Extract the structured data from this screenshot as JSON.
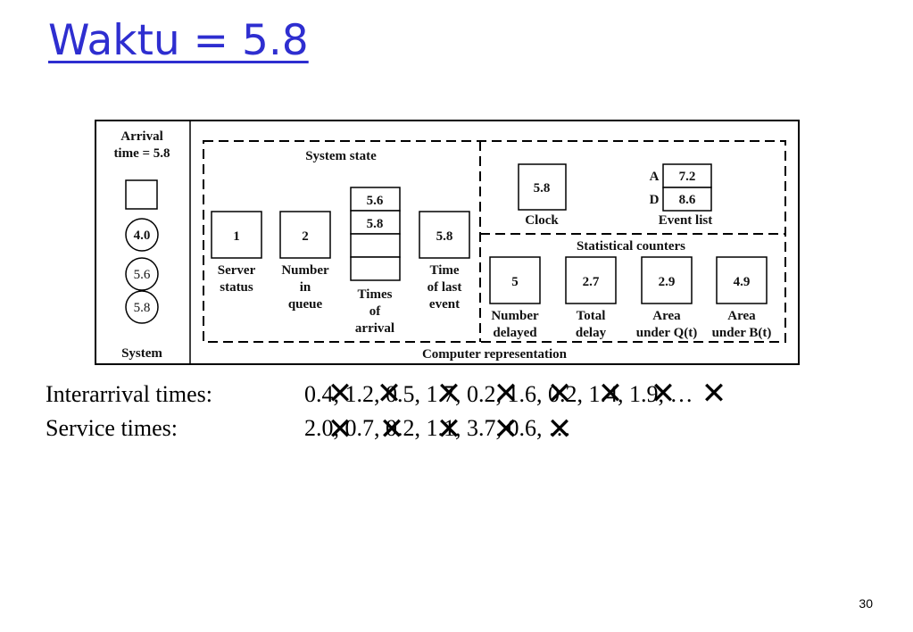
{
  "slide": {
    "title": "Waktu = 5.8",
    "page_number": "30"
  },
  "system": {
    "arrival_label_1": "Arrival",
    "arrival_label_2": "time = 5.8",
    "queue_circles": [
      "4.0",
      "5.6",
      "5.8"
    ],
    "footer": "System"
  },
  "computer": {
    "footer": "Computer representation",
    "system_state": {
      "title": "System state",
      "server_status": {
        "value": "1",
        "label_1": "Server",
        "label_2": "status"
      },
      "number_in_queue": {
        "value": "2",
        "label_1": "Number",
        "label_2": "in",
        "label_3": "queue"
      },
      "times_of_arrival": {
        "values": [
          "5.6",
          "5.8",
          "",
          ""
        ],
        "label_1": "Times",
        "label_2": "of",
        "label_3": "arrival"
      },
      "time_of_last_event": {
        "value": "5.8",
        "label_1": "Time",
        "label_2": "of last",
        "label_3": "event"
      }
    },
    "clock": {
      "value": "5.8",
      "label": "Clock"
    },
    "event_list": {
      "label": "Event list",
      "rows": [
        {
          "key": "A",
          "value": "7.2"
        },
        {
          "key": "D",
          "value": "8.6"
        }
      ]
    },
    "statistical_counters": {
      "title": "Statistical counters",
      "counters": [
        {
          "value": "5",
          "label_1": "Number",
          "label_2": "delayed"
        },
        {
          "value": "2.7",
          "label_1": "Total",
          "label_2": "delay"
        },
        {
          "value": "2.9",
          "label_1": "Area",
          "label_2": "under Q(t)"
        },
        {
          "value": "4.9",
          "label_1": "Area",
          "label_2": "under B(t)"
        }
      ]
    }
  },
  "sequences": {
    "interarrival_label": "Interarrival times:",
    "interarrival_values": "0.4, 1.2, 0.5, 1.7, 0.2, 1.6, 0.2, 1.4, 1.9, …",
    "service_label": "Service times:",
    "service_values": "2.0, 0.7, 0.2, 1.1, 3.7, 0.6, …",
    "cross_mark": "✕"
  }
}
